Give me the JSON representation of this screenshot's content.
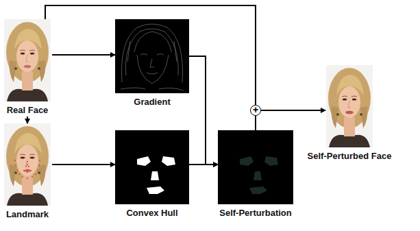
{
  "diagram": {
    "nodes": [
      {
        "text": [
          "Real Face"
        ]
      },
      {
        "text": [
          "Gradient"
        ]
      },
      {
        "text": [
          "Landmark"
        ]
      },
      {
        "text": [
          "Convex Hull"
        ]
      },
      {
        "text": [
          "Self-Perturbation"
        ]
      },
      {
        "text": [
          "+"
        ]
      },
      {
        "text": [
          "Self-Perturbed Face"
        ]
      }
    ],
    "edges": [
      {
        "from": 0,
        "to": 1,
        "arrow": "to"
      },
      {
        "from": 0,
        "to": 2,
        "arrow": "to"
      },
      {
        "from": 2,
        "to": 3,
        "arrow": "to"
      },
      {
        "from": 1,
        "to": 4,
        "arrow": "to"
      },
      {
        "from": 3,
        "to": 4,
        "arrow": "to"
      },
      {
        "from": 0,
        "to": 5,
        "arrow": "none"
      },
      {
        "from": 4,
        "to": 5,
        "arrow": "none"
      },
      {
        "from": 5,
        "to": 6,
        "arrow": "to"
      }
    ]
  }
}
